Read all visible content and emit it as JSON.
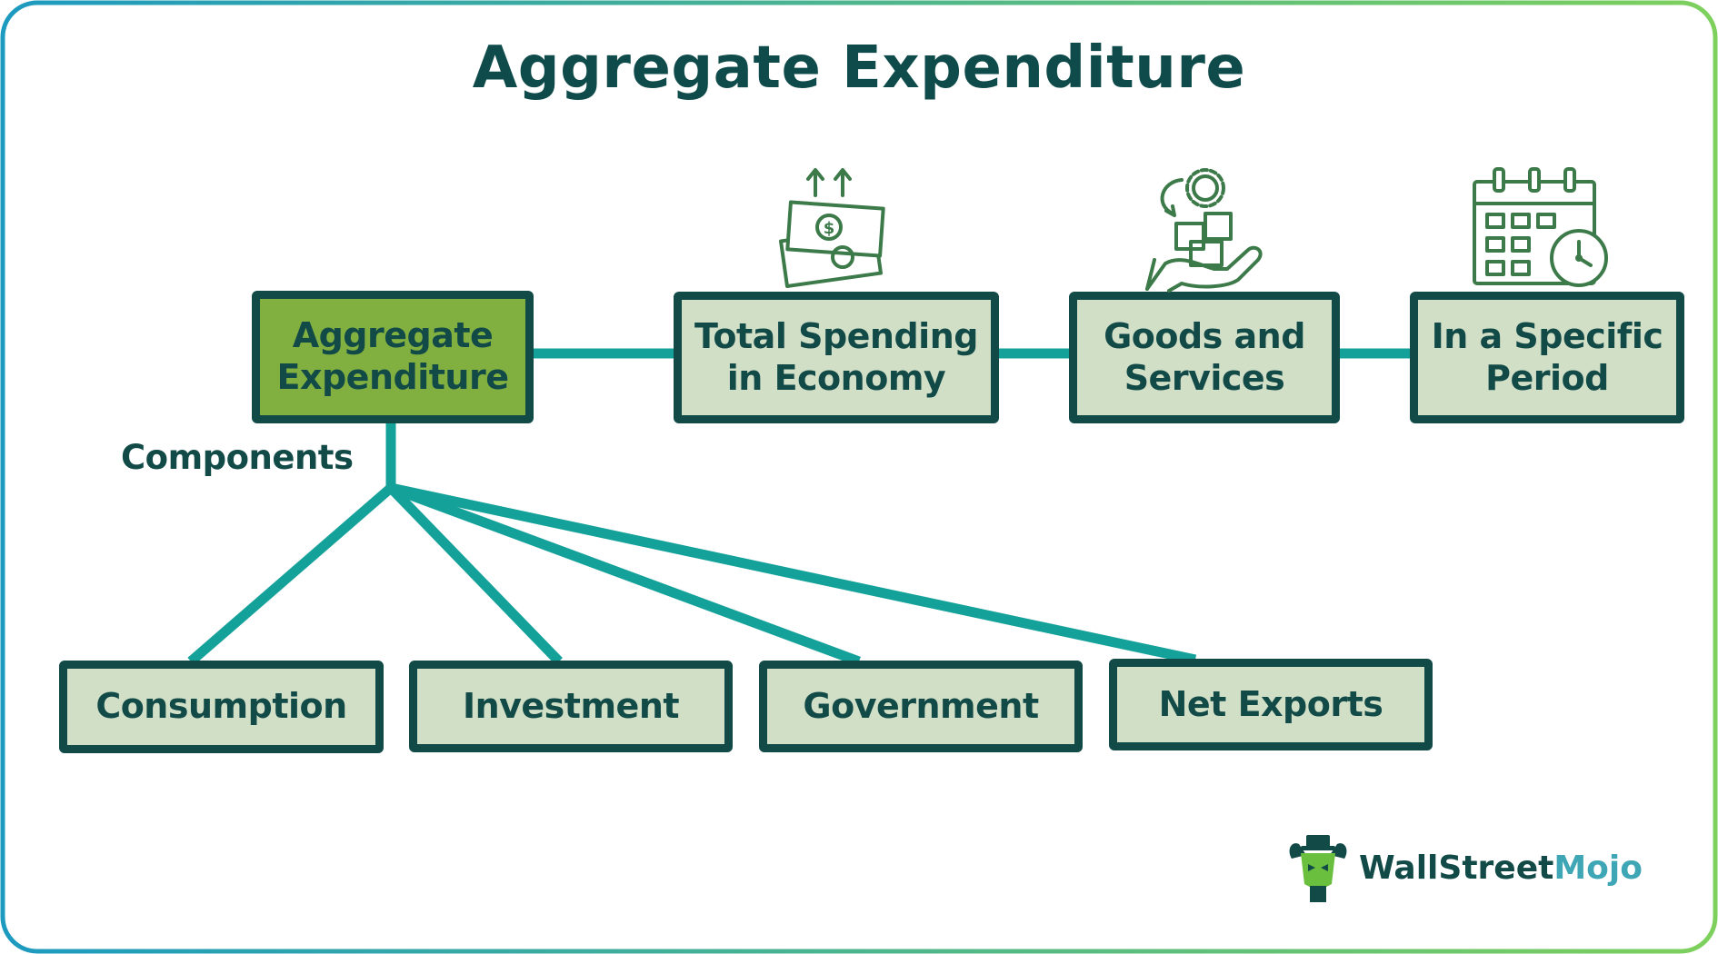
{
  "title": "Aggregate Expenditure",
  "colors": {
    "dark_teal": "#124a48",
    "connector": "#14a19a",
    "box_fill": "#d2dfc7",
    "main_fill": "#82b040",
    "border_gradient_start": "#1d9ac0",
    "border_gradient_end": "#7dd05c",
    "icon_green": "#3d7a4a"
  },
  "main_node": {
    "line1": "Aggregate",
    "line2": "Expenditure"
  },
  "definition_nodes": [
    {
      "line1": "Total Spending",
      "line2": "in Economy",
      "icon": "money-up-icon"
    },
    {
      "line1": "Goods and",
      "line2": "Services",
      "icon": "goods-hand-icon"
    },
    {
      "line1": "In a Specific",
      "line2": "Period",
      "icon": "calendar-clock-icon"
    }
  ],
  "components_label": "Components",
  "components": [
    {
      "label": "Consumption"
    },
    {
      "label": "Investment"
    },
    {
      "label": "Government"
    },
    {
      "label": "Net Exports"
    }
  ],
  "logo": {
    "text_main": "WallStreet",
    "text_accent": "Mojo",
    "icon": "bull-mascot-icon"
  }
}
